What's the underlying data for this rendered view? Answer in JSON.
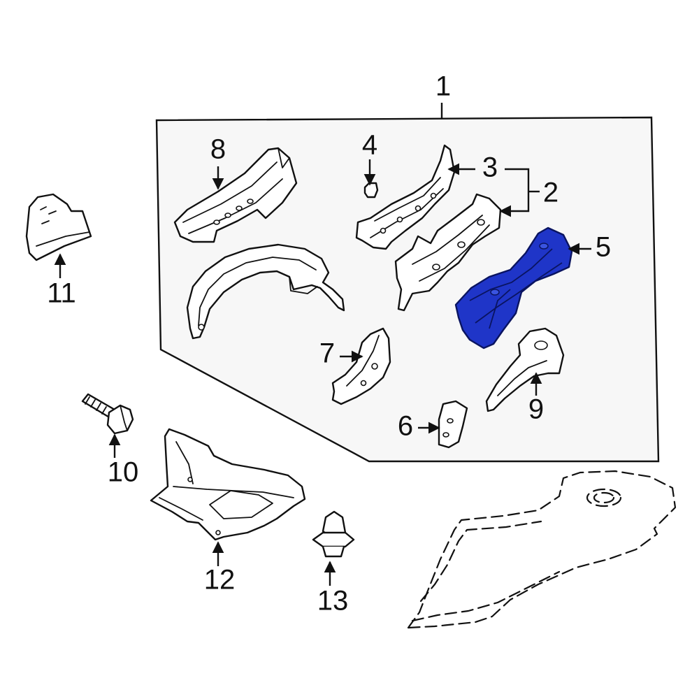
{
  "diagram": {
    "colors": {
      "background": "#ffffff",
      "line": "#111111",
      "group_fill": "#f7f7f7",
      "highlight_fill": "#1f35c8",
      "highlight_stroke": "#0a1460"
    },
    "callouts": [
      {
        "id": "1",
        "label": "1"
      },
      {
        "id": "2",
        "label": "2"
      },
      {
        "id": "3",
        "label": "3"
      },
      {
        "id": "4",
        "label": "4"
      },
      {
        "id": "5",
        "label": "5"
      },
      {
        "id": "6",
        "label": "6"
      },
      {
        "id": "7",
        "label": "7"
      },
      {
        "id": "8",
        "label": "8"
      },
      {
        "id": "9",
        "label": "9"
      },
      {
        "id": "10",
        "label": "10"
      },
      {
        "id": "11",
        "label": "11"
      },
      {
        "id": "12",
        "label": "12"
      },
      {
        "id": "13",
        "label": "13"
      }
    ],
    "highlighted_part": "5"
  }
}
